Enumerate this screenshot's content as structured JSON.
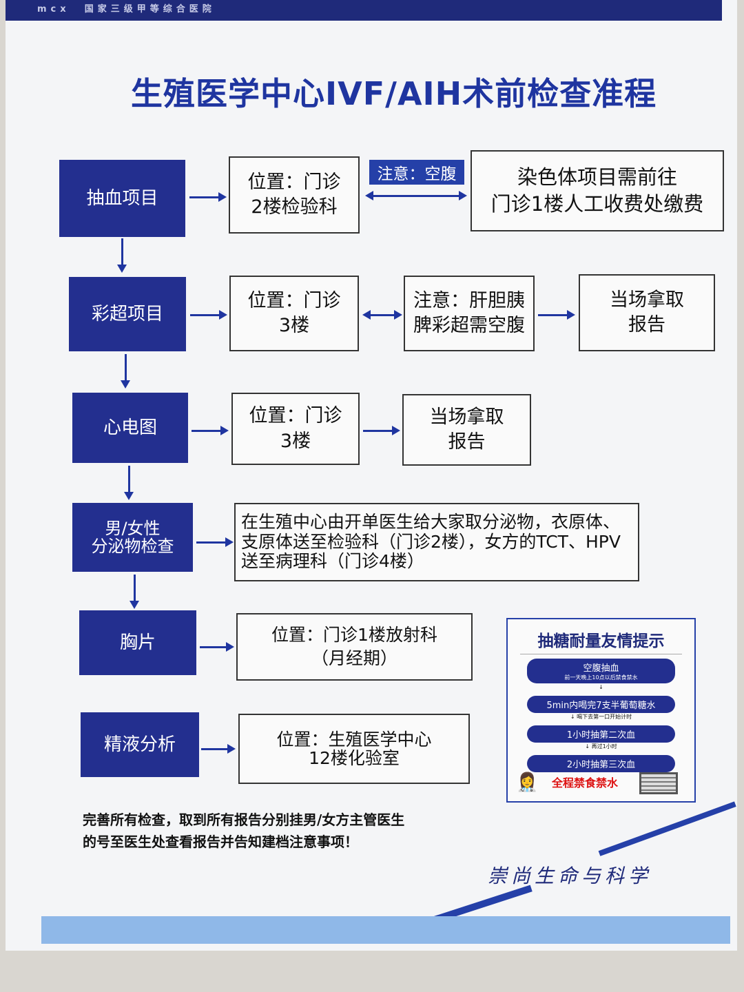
{
  "header": {
    "hospital": "国家三级甲等综合医院",
    "logo": "mcx"
  },
  "title": "生殖医学中心IVF/AIH术前检查准程",
  "rows": [
    {
      "item": "抽血项目",
      "location": "位置：门诊\n2楼检验科",
      "note": "注意：空腹",
      "next": "染色体项目需前往\n门诊1楼人工收费处缴费"
    },
    {
      "item": "彩超项目",
      "location": "位置：门诊\n3楼",
      "note": "注意：肝胆胰\n脾彩超需空腹",
      "next": "当场拿取\n报告"
    },
    {
      "item": "心电图",
      "location": "位置：门诊\n3楼",
      "next": "当场拿取\n报告"
    },
    {
      "item": "男/女性\n分泌物检查",
      "detail": "在生殖中心由开单医生给大家取分泌物，衣原体、支原体送至检验科（门诊2楼），女方的TCT、HPV送至病理科（门诊4楼）"
    },
    {
      "item": "胸片",
      "location": "位置：门诊1楼放射科\n（月经期）"
    },
    {
      "item": "精液分析",
      "location": "位置：生殖医学中心\n12楼化验室"
    }
  ],
  "ogtt": {
    "title": "抽糖耐量友情提示",
    "steps": [
      {
        "label": "空腹抽血",
        "sub": "前一天晚上10点以后禁食禁水"
      },
      {
        "label": "5min内喝完7支半葡萄糖水",
        "after": "喝下去第一口开始计时"
      },
      {
        "label": "1小时抽第二次血",
        "after": "再过1小时"
      },
      {
        "label": "2小时抽第三次血"
      }
    ],
    "warning": "全程禁食禁水"
  },
  "footer": "完善所有检查，取到所有报告分别挂男/女方主管医生\n的号至医生处查看报告并告知建档注意事项！",
  "slogan": "崇尚生命与科学"
}
